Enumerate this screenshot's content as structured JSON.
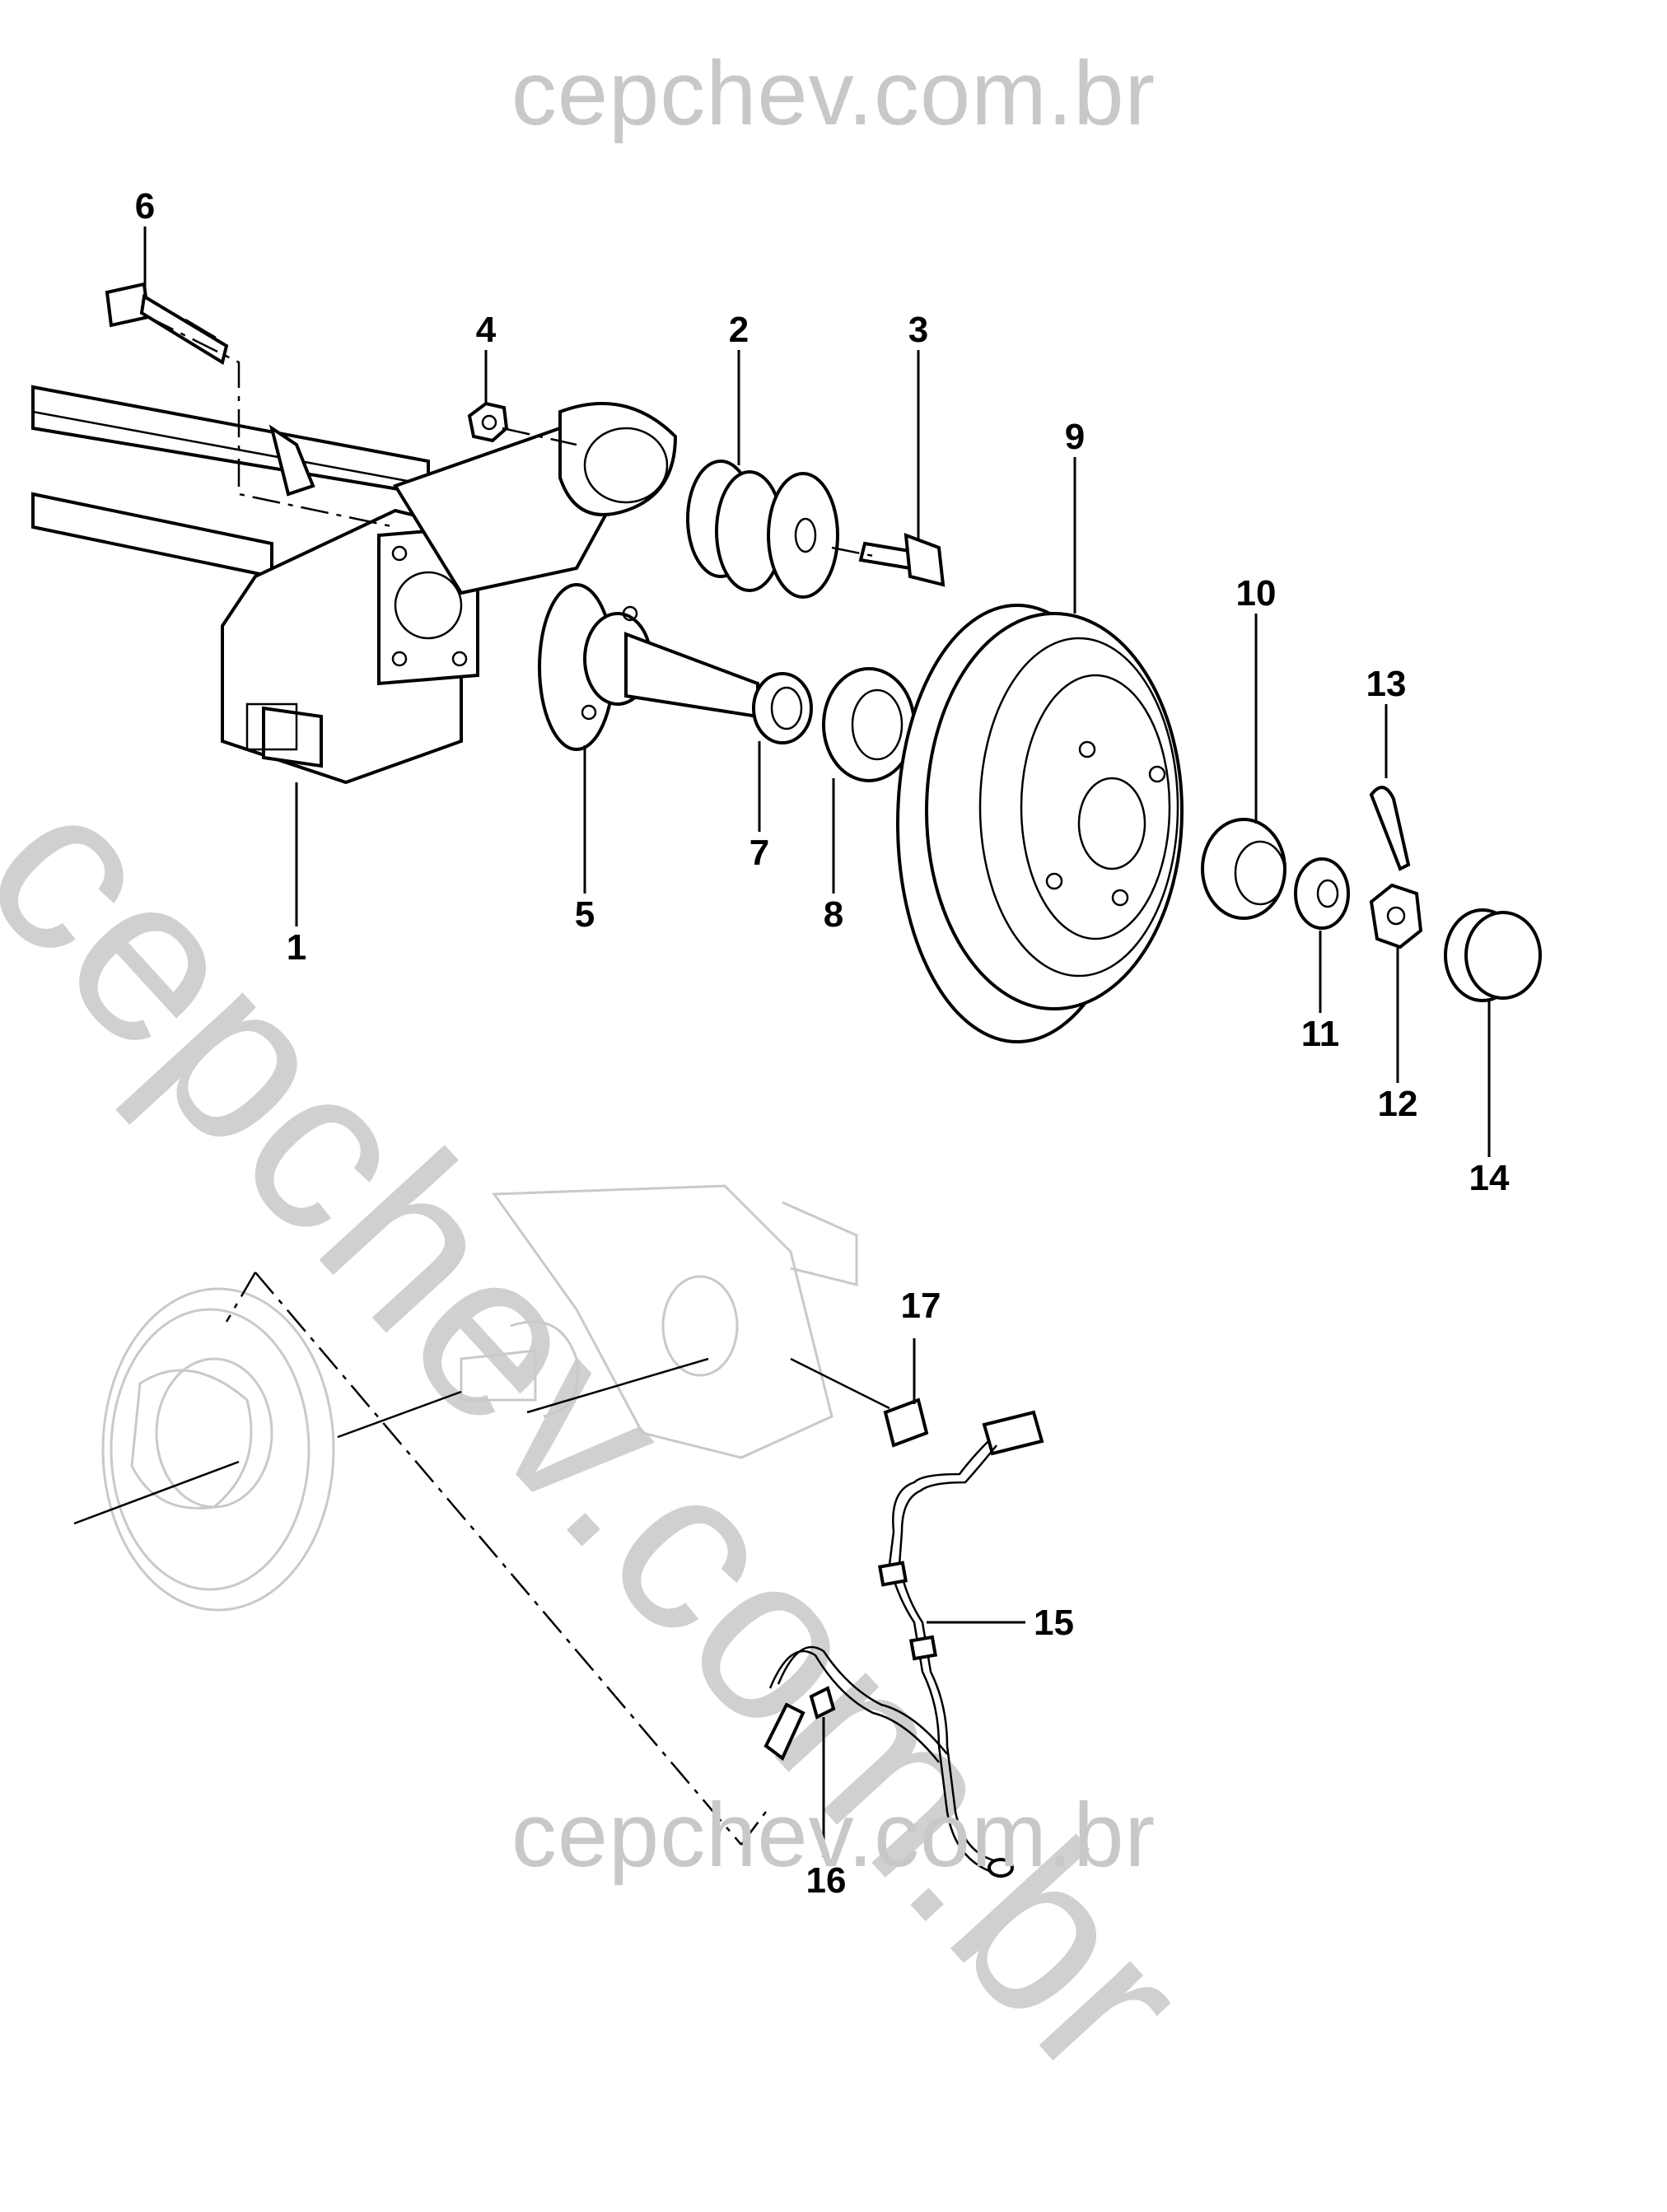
{
  "watermark": {
    "top": "cepchev.com.br",
    "diagonal": "cepchev.com.br",
    "bottom": "cepchev.com.br"
  },
  "callouts": [
    "1",
    "2",
    "3",
    "4",
    "5",
    "6",
    "7",
    "8",
    "9",
    "10",
    "11",
    "12",
    "13",
    "14",
    "15",
    "16",
    "17"
  ]
}
